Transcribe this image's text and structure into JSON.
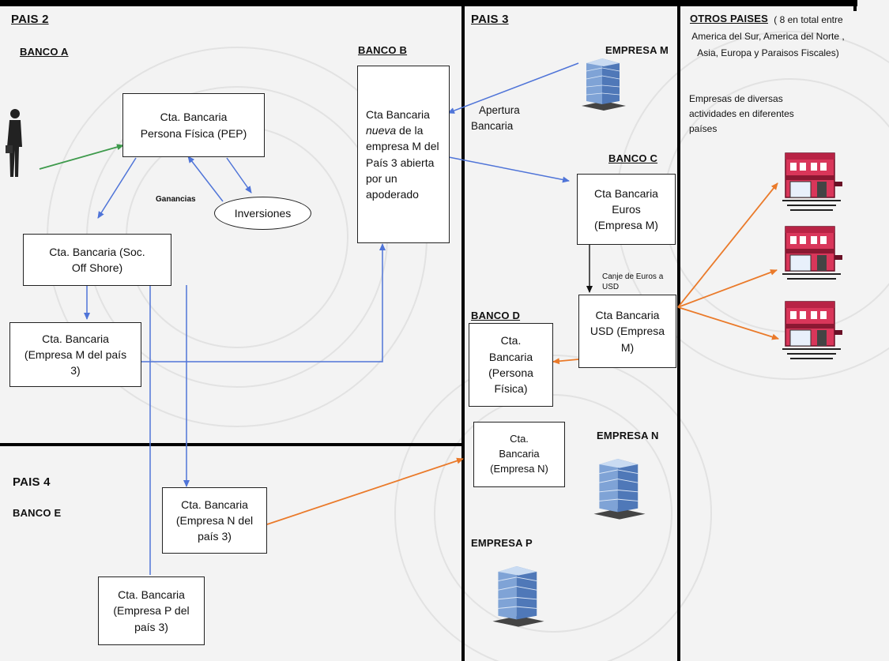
{
  "sections": {
    "pais2": "PAIS 2",
    "pais3": "PAIS 3",
    "pais4": "PAIS 4",
    "otros": "OTROS PAISES",
    "otros_note": "( 8 en total entre America del Sur, America del Norte , Asia, Europa y Paraisos Fiscales)",
    "otros_desc": "Empresas de diversas actividades en diferentes países"
  },
  "banks": {
    "a": "BANCO A",
    "b": "BANCO B",
    "c": "BANCO C",
    "d": "BANCO D",
    "e": "BANCO E"
  },
  "empresas": {
    "m": "EMPRESA M",
    "n": "EMPRESA N",
    "p": "EMPRESA P"
  },
  "boxes": {
    "pep": "Cta. Bancaria Persona Física (PEP)",
    "offshore": "Cta. Bancaria (Soc. Off Shore)",
    "empresa_m_a": "Cta. Bancaria (Empresa M del país 3)",
    "banco_b_pre": "Cta Bancaria ",
    "banco_b_italic": "nueva",
    "banco_b_post": " de la empresa M del País 3 abierta por un apoderado",
    "euros": "Cta Bancaria Euros (Empresa M)",
    "usd": "Cta Bancaria USD (Empresa M)",
    "persona_fisica": "Cta. Bancaria (Persona Física)",
    "empresa_n_p3": "Cta. Bancaria (Empresa N)",
    "empresa_n_e": "Cta. Bancaria (Empresa N del país 3)",
    "empresa_p_e": "Cta. Bancaria (Empresa P del país 3)"
  },
  "labels": {
    "ganancias": "Ganancias",
    "inversiones": "Inversiones",
    "apertura": "Apertura Bancaria",
    "canje": "Canje de Euros a USD"
  },
  "colors": {
    "blue_arrow": "#4f74d8",
    "orange_arrow": "#ea7a2a",
    "green_arrow": "#3e9a4c",
    "black_arrow": "#111111",
    "building_pink": "#d9365a"
  }
}
